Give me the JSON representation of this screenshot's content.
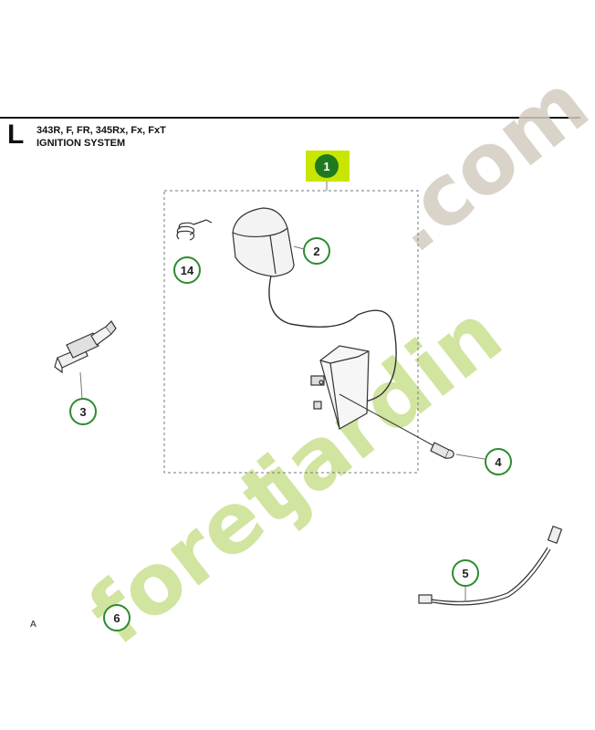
{
  "header": {
    "section_letter": "L",
    "models": "343R, F, FR, 345Rx, Fx, FxT",
    "system_title": "IGNITION SYSTEM"
  },
  "callouts": [
    {
      "number": "1",
      "part": "ignition module assembly",
      "highlighted": true
    },
    {
      "number": "2",
      "part": "ignition cap"
    },
    {
      "number": "14",
      "part": "spring"
    },
    {
      "number": "3",
      "part": "spark plug"
    },
    {
      "number": "4",
      "part": "screw"
    },
    {
      "number": "5",
      "part": "cable"
    },
    {
      "number": "6",
      "part": "unillustrated item"
    }
  ],
  "watermark": {
    "text_first": "foret",
    "text_second": "jardin",
    "text_suffix": ".com"
  },
  "footer_mark": "A",
  "colors": {
    "callout_ring": "#2e8b2e",
    "callout_highlight_fill": "#c8e600",
    "callout_highlight_ring": "#1f7a1f",
    "watermark_green": "#c9e08f",
    "watermark_gray": "#d2cbc1"
  }
}
